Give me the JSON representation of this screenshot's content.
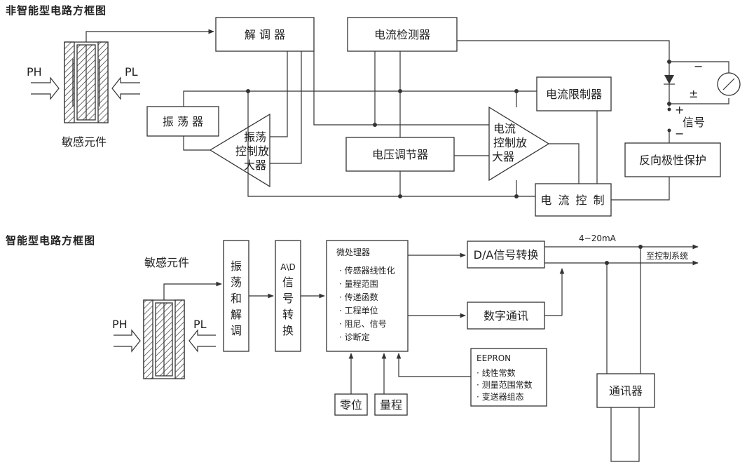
{
  "top_diagram": {
    "title": "非智能型电路方框图",
    "sensing_element": "敏感元件",
    "ph_label": "PH",
    "pl_label": "PL",
    "demodulator": "解 调 器",
    "oscillator": "振 荡 器",
    "osc_amp_lines": [
      "振荡",
      "控制放",
      "大器"
    ],
    "current_detector": "电流检测器",
    "voltage_regulator": "电压调节器",
    "current_amp_lines": [
      "电流",
      "控制放",
      "大器"
    ],
    "current_limiter": "电流限制器",
    "current_control": "电 流 控 制",
    "reverse_protection": "反向极性保护",
    "minus_sign": "−",
    "plus_sign": "+",
    "pm_sign": "±",
    "signal_label": "信号"
  },
  "bottom_diagram": {
    "title": "智能型电路方框图",
    "sensing_element": "敏感元件",
    "ph_label": "PH",
    "pl_label": "PL",
    "osc_demod_chars": [
      "振",
      "荡",
      "和",
      "解",
      "调"
    ],
    "ad_chars": [
      "A\\D",
      "信",
      "号",
      "转",
      "换"
    ],
    "microprocessor_title": "微处理器",
    "microprocessor_items": [
      "传感器线性化",
      "量程范围",
      "传递函数",
      "工程单位",
      "阻尼、信号",
      "诊断定"
    ],
    "da_converter": "D/A信号转换",
    "digital_comm": "数字通讯",
    "eeprom_title": "EEPRON",
    "eeprom_items": [
      "线性常数",
      "测量范围常数",
      "变送器组态"
    ],
    "zero": "零位",
    "range": "量程",
    "current_range": "4−20mA",
    "to_control_system": "至控制系统",
    "communicator": "通讯器"
  }
}
